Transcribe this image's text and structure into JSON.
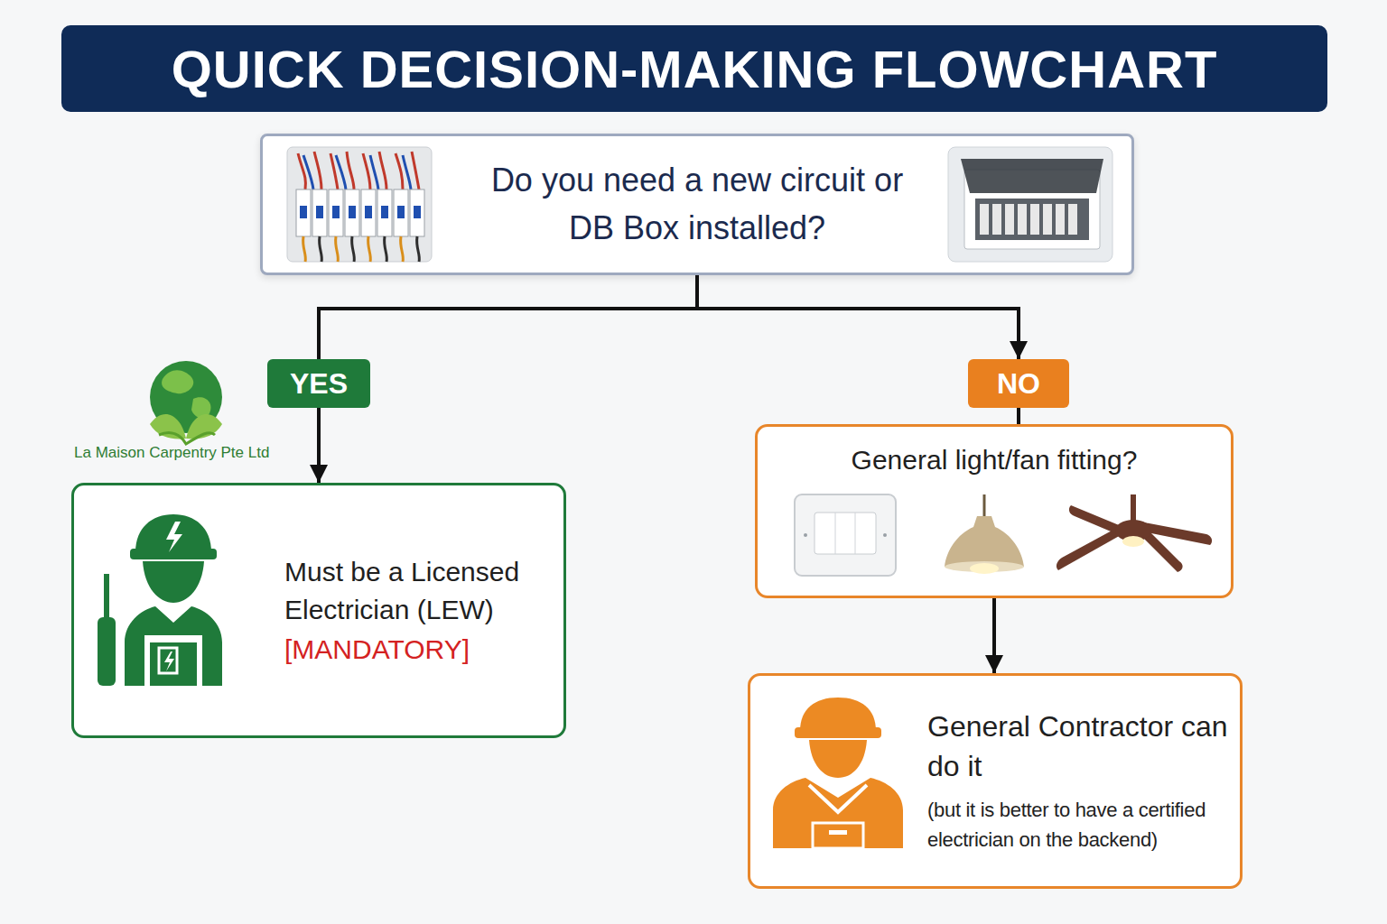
{
  "diagram": {
    "title": "QUICK DECISION-MAKING FLOWCHART",
    "nodes": [
      {
        "text": [
          "Do you need a new circuit or DB Box installed?"
        ]
      },
      {
        "text": [
          "YES"
        ]
      },
      {
        "text": [
          "Must be a Licensed Electrician (LEW)",
          "[MANDATORY]"
        ]
      },
      {
        "text": [
          "NO"
        ]
      },
      {
        "text": [
          "General light/fan fitting?"
        ]
      },
      {
        "text": [
          "General Contractor can do it",
          "(but it is better to have a certified electrician on the backend)"
        ]
      }
    ],
    "edges": [
      {
        "from": 0,
        "to": 1,
        "arrow": "none"
      },
      {
        "from": 1,
        "to": 2,
        "arrow": "to"
      },
      {
        "from": 0,
        "to": 3,
        "arrow": "to"
      },
      {
        "from": 3,
        "to": 4,
        "arrow": "none"
      },
      {
        "from": 4,
        "to": 5,
        "arrow": "to"
      }
    ],
    "labels": [
      "La Maison Carpentry Pte Ltd"
    ]
  }
}
